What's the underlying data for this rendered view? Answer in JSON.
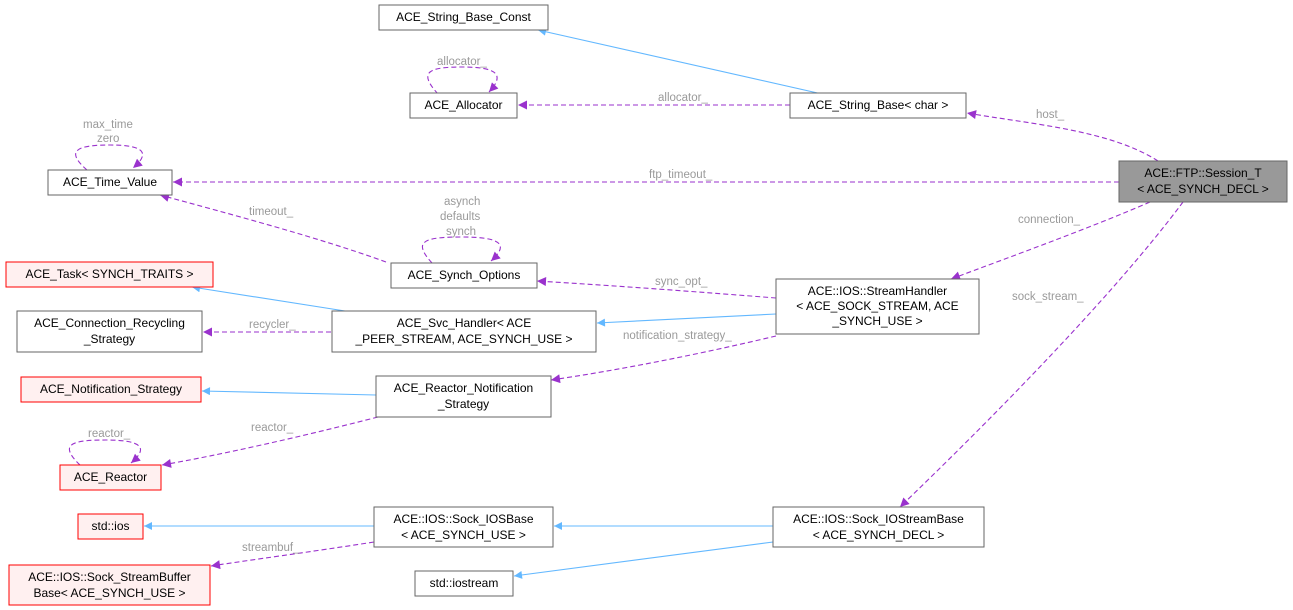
{
  "colors": {
    "node_border": "#666666",
    "node_fill": "#ffffff",
    "error_border": "#ff0000",
    "error_fill": "#fff0f0",
    "focus_fill": "#999999",
    "inherit_edge": "#63b8ff",
    "usage_edge": "#9a32cd",
    "edge_label": "#9a9a9a"
  },
  "nodes": {
    "string_base_const": {
      "lines": [
        "ACE_String_Base_Const"
      ]
    },
    "allocator": {
      "lines": [
        "ACE_Allocator"
      ]
    },
    "string_base": {
      "lines": [
        "ACE_String_Base< char >"
      ]
    },
    "time_value": {
      "lines": [
        "ACE_Time_Value"
      ]
    },
    "session": {
      "lines": [
        "ACE::FTP::Session_T",
        "< ACE_SYNCH_DECL >"
      ]
    },
    "task": {
      "lines": [
        "ACE_Task< SYNCH_TRAITS >"
      ]
    },
    "synch_options": {
      "lines": [
        "ACE_Synch_Options"
      ]
    },
    "stream_handler": {
      "lines": [
        "ACE::IOS::StreamHandler",
        "< ACE_SOCK_STREAM, ACE",
        "_SYNCH_USE >"
      ]
    },
    "conn_recycling": {
      "lines": [
        "ACE_Connection_Recycling",
        "_Strategy"
      ]
    },
    "svc_handler": {
      "lines": [
        "ACE_Svc_Handler< ACE",
        "_PEER_STREAM, ACE_SYNCH_USE >"
      ]
    },
    "notification_strategy": {
      "lines": [
        "ACE_Notification_Strategy"
      ]
    },
    "reactor_notification": {
      "lines": [
        "ACE_Reactor_Notification",
        "_Strategy"
      ]
    },
    "reactor": {
      "lines": [
        "ACE_Reactor"
      ]
    },
    "std_ios": {
      "lines": [
        "std::ios"
      ]
    },
    "sock_iosbase": {
      "lines": [
        "ACE::IOS::Sock_IOSBase",
        "< ACE_SYNCH_USE >"
      ]
    },
    "sock_iostreambase": {
      "lines": [
        "ACE::IOS::Sock_IOStreamBase",
        "< ACE_SYNCH_DECL >"
      ]
    },
    "sock_streambuffer": {
      "lines": [
        "ACE::IOS::Sock_StreamBuffer",
        "Base< ACE_SYNCH_USE >"
      ]
    },
    "std_iostream": {
      "lines": [
        "std::iostream"
      ]
    }
  },
  "edge_labels": {
    "allocator_self": "allocator_",
    "allocator": "allocator_",
    "host": "host_",
    "max_time": "max_time",
    "zero": "zero",
    "ftp_timeout": "ftp_timeout_",
    "timeout": "timeout_",
    "asynch": "asynch",
    "defaults": "defaults",
    "synch": "synch",
    "connection": "connection_",
    "sync_opt": "sync_opt_",
    "sock_stream": "sock_stream_",
    "recycler": "recycler_",
    "notification_strategy": "notification_strategy_",
    "reactor_self": "reactor_",
    "reactor": "reactor_",
    "streambuf": "streambuf_"
  }
}
